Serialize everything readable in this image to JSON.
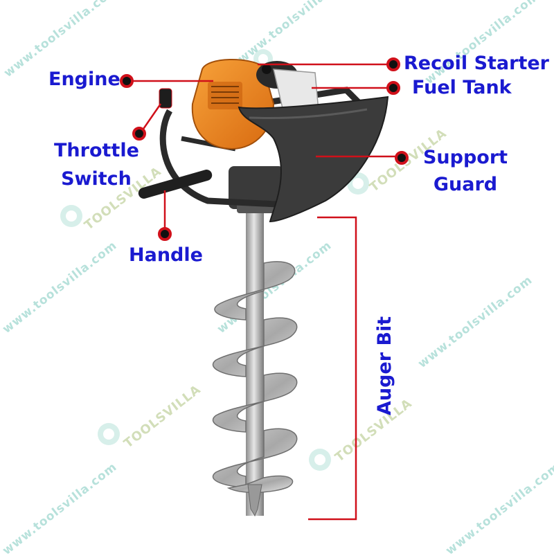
{
  "labels": {
    "engine": "Engine",
    "recoil_starter": "Recoil Starter",
    "fuel_tank": "Fuel Tank",
    "throttle_switch_line1": "Throttle",
    "throttle_switch_line2": "Switch",
    "support_guard_line1": "Support",
    "support_guard_line2": "Guard",
    "handle": "Handle",
    "auger_bit": "Auger Bit"
  },
  "watermark": {
    "url": "www.toolsvilla.com",
    "brand": "TOOLSVILLA"
  },
  "colors": {
    "label_text": "#1a1ad0",
    "leader_line": "#d0101a",
    "engine_orange": "#ee8a1e",
    "guard_dark": "#3a3a3a",
    "auger_steel": "#b8b8b8",
    "watermark": "#9fd8cf"
  }
}
